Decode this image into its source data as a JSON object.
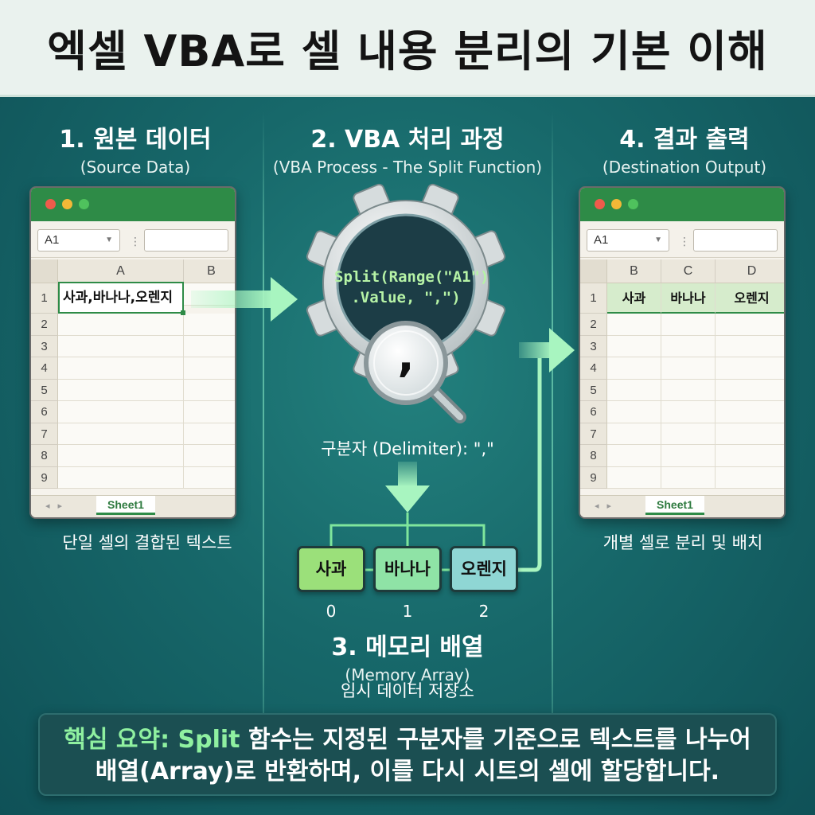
{
  "title": "엑셀 VBA로 셀 내용 분리의 기본 이해",
  "sections": {
    "source": {
      "heading": "1. 원본 데이터",
      "sub": "(Source Data)",
      "caption": "단일 셀의 결합된 텍스트"
    },
    "process": {
      "heading": "2. VBA 처리 과정",
      "sub": "(VBA Process - The Split Function)",
      "code_line1": "Split(Range(\"A1\")",
      "code_line2": ".Value, \",\")",
      "comma_glyph": ",",
      "delimiter": "구분자 (Delimiter): \",\""
    },
    "memory": {
      "heading": "3. 메모리 배열",
      "sub": "(Memory Array)",
      "caption": "임시 데이터 저장소"
    },
    "output": {
      "heading": "4. 결과 출력",
      "sub": "(Destination Output)",
      "caption": "개별 셀로 분리 및 배치"
    }
  },
  "source_sheet": {
    "namebox": "A1",
    "col_headers": [
      "A",
      "B"
    ],
    "rows": [
      "1",
      "2",
      "3",
      "4",
      "5",
      "6",
      "7",
      "8",
      "9"
    ],
    "a1_value": "사과,바나나,오렌지",
    "tab": "Sheet1"
  },
  "output_sheet": {
    "namebox": "A1",
    "col_headers": [
      "B",
      "C",
      "D"
    ],
    "rows": [
      "1",
      "2",
      "3",
      "4",
      "5",
      "6",
      "7",
      "8",
      "9"
    ],
    "row1_values": [
      "사과",
      "바나나",
      "오렌지"
    ],
    "tab": "Sheet1"
  },
  "array": {
    "items": [
      "사과",
      "바나나",
      "오렌지"
    ],
    "indices": [
      "0",
      "1",
      "2"
    ],
    "colors": [
      "#9be07a",
      "#8fe3a6",
      "#8fd6d4"
    ]
  },
  "summary": {
    "label": "핵심 요약:",
    "keyword": "Split",
    "line1_rest": " 함수는 지정된 구분자를 기준으로 텍스트를 나누어",
    "line2": "배열(Array)로 반환하며, 이를 다시 시트의 셀에 할당합니다."
  },
  "colors": {
    "background": "#17686a",
    "excel_green": "#2e8b47",
    "accent_green": "#8ff0a0"
  }
}
